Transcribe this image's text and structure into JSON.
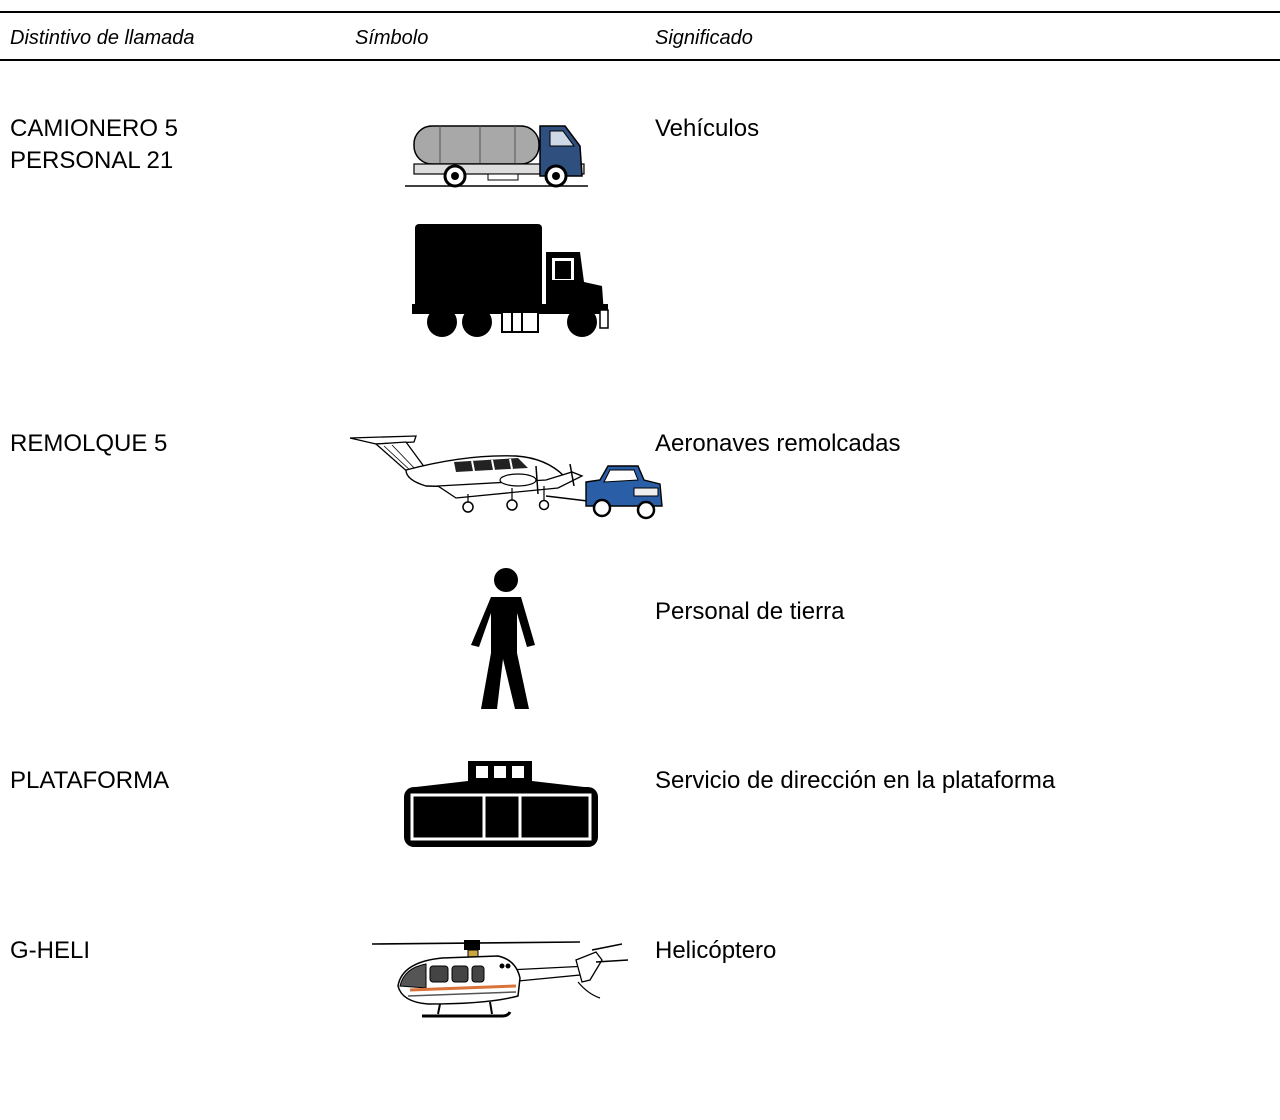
{
  "header": {
    "col_callsign": "Distintivo de llamada",
    "col_symbol": "Símbolo",
    "col_meaning": "Significado"
  },
  "rows": [
    {
      "callsign_lines": [
        "CAMIONERO 5",
        "PERSONAL 21"
      ],
      "symbols": [
        "tanker-truck-icon",
        "box-truck-icon"
      ],
      "meaning": "Vehículos"
    },
    {
      "callsign_lines": [
        "REMOLQUE 5"
      ],
      "symbols": [
        "towed-aircraft-icon"
      ],
      "meaning": "Aeronaves remolcadas"
    },
    {
      "callsign_lines": [
        ""
      ],
      "symbols": [
        "ground-personnel-icon"
      ],
      "meaning": "Personal de tierra"
    },
    {
      "callsign_lines": [
        "PLATAFORMA"
      ],
      "symbols": [
        "apron-management-icon"
      ],
      "meaning": "Servicio de dirección en la plataforma"
    },
    {
      "callsign_lines": [
        "G-HELI"
      ],
      "symbols": [
        "helicopter-icon"
      ],
      "meaning": "Helicóptero"
    }
  ],
  "colors": {
    "truck_cab": "#2f4f7f",
    "truck_tank": "#a8a8a8",
    "pickup_blue": "#2a5fa8",
    "heli_stripe": "#d9733a"
  }
}
